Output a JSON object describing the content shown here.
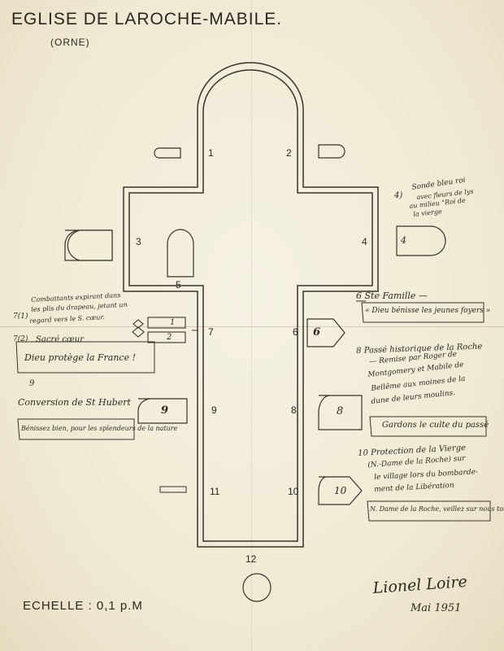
{
  "header": {
    "title": "EGLISE DE LAROCHE-MABILE.",
    "subtitle": "(ORNE)"
  },
  "footer": {
    "scale": "ECHELLE : 0,1 p.M",
    "signature": "Lionel Loire",
    "date": "Mai 1951"
  },
  "plan_numbers": {
    "n1": "1",
    "n2": "2",
    "n3": "3",
    "n4": "4",
    "n5": "5",
    "n6": "6",
    "n7": "7",
    "n8": "8",
    "n9": "9",
    "n10": "10",
    "n11": "11",
    "n12": "12"
  },
  "plaques": {
    "p1": "1",
    "p2": "2",
    "p4": "4",
    "p6": "6",
    "p8": "8",
    "p9": "9",
    "p10": "10"
  },
  "annotations": {
    "n4_text": [
      "Sonde bleu roi",
      "avec fleurs de lys",
      "au milieu \"Roi de",
      "la vierge"
    ],
    "n4_marker": "4)",
    "n6_line1": "6 Ste Famille —",
    "n6_line2": "« Dieu bénisse les jeunes foyers »",
    "n7_top": [
      "Combattants expirant dans",
      "les plis du drapeau, jetant un",
      "regard vers le S. cœur."
    ],
    "n7_marker1": "7(1)",
    "n7_marker2": "7(2)",
    "n7_label": "Sacré cœur",
    "n7_motto": "Dieu protège la France !",
    "n8_text": [
      "8 Passé historique de la Roche",
      "— Remise par Roger de",
      "Montgomery et Mabile de",
      "Bellême aux moines de la",
      "dune de leurs moulins."
    ],
    "n8_motto": "Gardons le culte du passé",
    "n9_marker": "9",
    "n9_label": "Conversion de St Hubert",
    "n9_motto": "Bénissez bien, pour les splendeurs de la nature",
    "n10_text": [
      "10  Protection de la Vierge",
      "(N.-Dame de la Roche) sur",
      "le village lors du bombarde-",
      "ment de la Libération"
    ],
    "n10_motto": "N. Dame de la Roche, veillez sur nous toujours"
  }
}
